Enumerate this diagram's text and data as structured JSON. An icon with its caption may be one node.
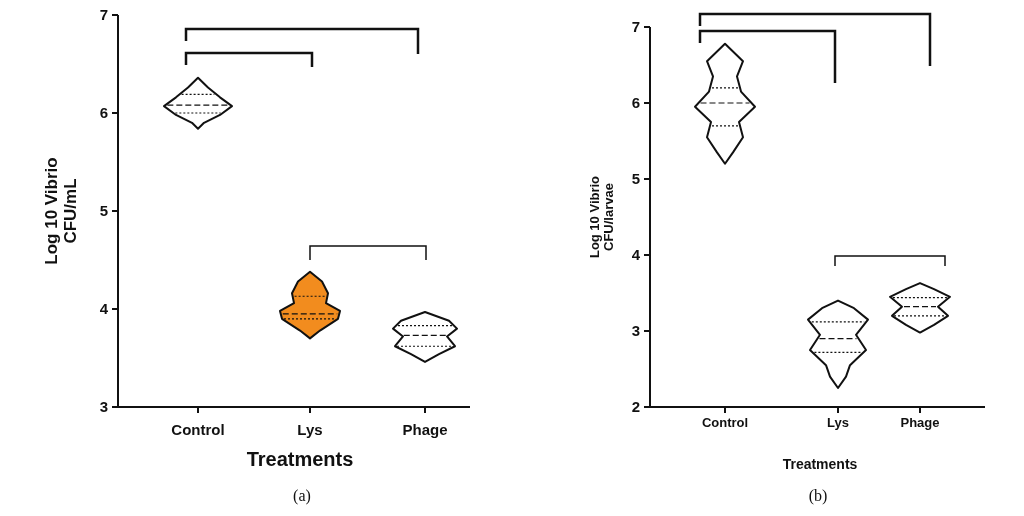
{
  "diagram": {
    "labels": [
      "Log 10 Vibrio CFU/mL",
      "7",
      "6",
      "5",
      "4",
      "3",
      "Control",
      "Lys",
      "Phage",
      "Treatments",
      "(a)",
      "Log 10 Vibrio CFU/larvae",
      "7",
      "6",
      "5",
      "4",
      "3",
      "2",
      "Control",
      "Lys",
      "Phage",
      "Treatments",
      "(b)"
    ]
  }
}
